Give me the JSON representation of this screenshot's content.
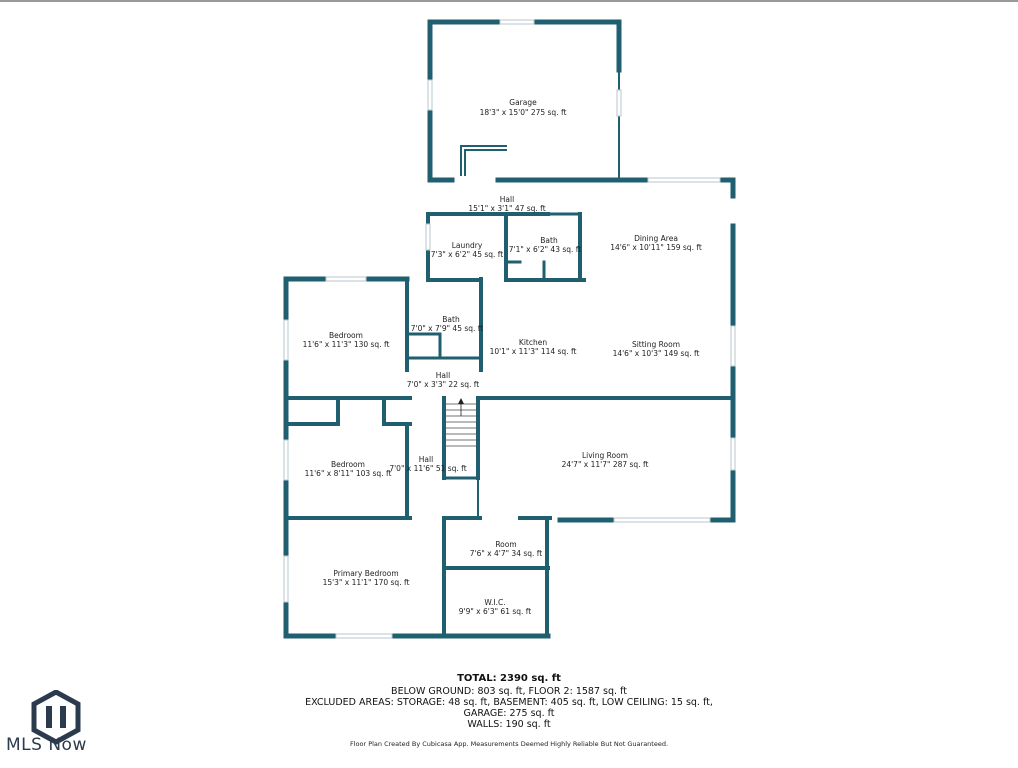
{
  "rooms": [
    {
      "id": "garage",
      "name": "Garage",
      "dims": "18'3\" x 15'0\" 275 sq. ft"
    },
    {
      "id": "hall-top",
      "name": "Hall",
      "dims": "15'1\" x 3'1\" 47 sq. ft"
    },
    {
      "id": "laundry",
      "name": "Laundry",
      "dims": "7'3\" x 6'2\" 45 sq. ft"
    },
    {
      "id": "bath-upper",
      "name": "Bath",
      "dims": "7'1\" x 6'2\" 43 sq. ft"
    },
    {
      "id": "dining-area",
      "name": "Dining Area",
      "dims": "14'6\" x 10'11\" 159 sq. ft"
    },
    {
      "id": "bedroom-1",
      "name": "Bedroom",
      "dims": "11'6\" x 11'3\" 130 sq. ft"
    },
    {
      "id": "bath-middle",
      "name": "Bath",
      "dims": "7'0\" x 7'9\" 45 sq. ft"
    },
    {
      "id": "kitchen",
      "name": "Kitchen",
      "dims": "10'1\" x 11'3\" 114 sq. ft"
    },
    {
      "id": "sitting-room",
      "name": "Sitting Room",
      "dims": "14'6\" x 10'3\" 149 sq. ft"
    },
    {
      "id": "hall-middle",
      "name": "Hall",
      "dims": "7'0\" x 3'3\" 22 sq. ft"
    },
    {
      "id": "bedroom-2",
      "name": "Bedroom",
      "dims": "11'6\" x 8'11\" 103 sq. ft"
    },
    {
      "id": "hall-lower",
      "name": "Hall",
      "dims": "7'0\" x 11'6\" 51 sq. ft"
    },
    {
      "id": "living-room",
      "name": "Living Room",
      "dims": "24'7\" x 11'7\" 287 sq. ft"
    },
    {
      "id": "room",
      "name": "Room",
      "dims": "7'6\" x 4'7\" 34 sq. ft"
    },
    {
      "id": "primary-bedroom",
      "name": "Primary Bedroom",
      "dims": "15'3\" x 11'1\" 170 sq. ft"
    },
    {
      "id": "wic",
      "name": "W.I.C.",
      "dims": "9'9\" x 6'3\" 61 sq. ft"
    }
  ],
  "summary": {
    "total": "TOTAL: 2390 sq. ft",
    "line1": "BELOW GROUND: 803 sq. ft, FLOOR 2: 1587 sq. ft",
    "line2": "EXCLUDED AREAS: STORAGE: 48 sq. ft, BASEMENT: 405 sq. ft, LOW CEILING: 15 sq. ft,",
    "line3": "GARAGE: 275 sq. ft",
    "line4": "WALLS: 190 sq. ft"
  },
  "credit": "Floor Plan Created By Cubicasa App. Measurements Deemed Highly Reliable But Not Guaranteed.",
  "logo": {
    "text": "MLS Now",
    "icon": "mls-now-logo-icon"
  },
  "colors": {
    "wall": "#1f5f70",
    "logo": "#2b3b4d"
  }
}
